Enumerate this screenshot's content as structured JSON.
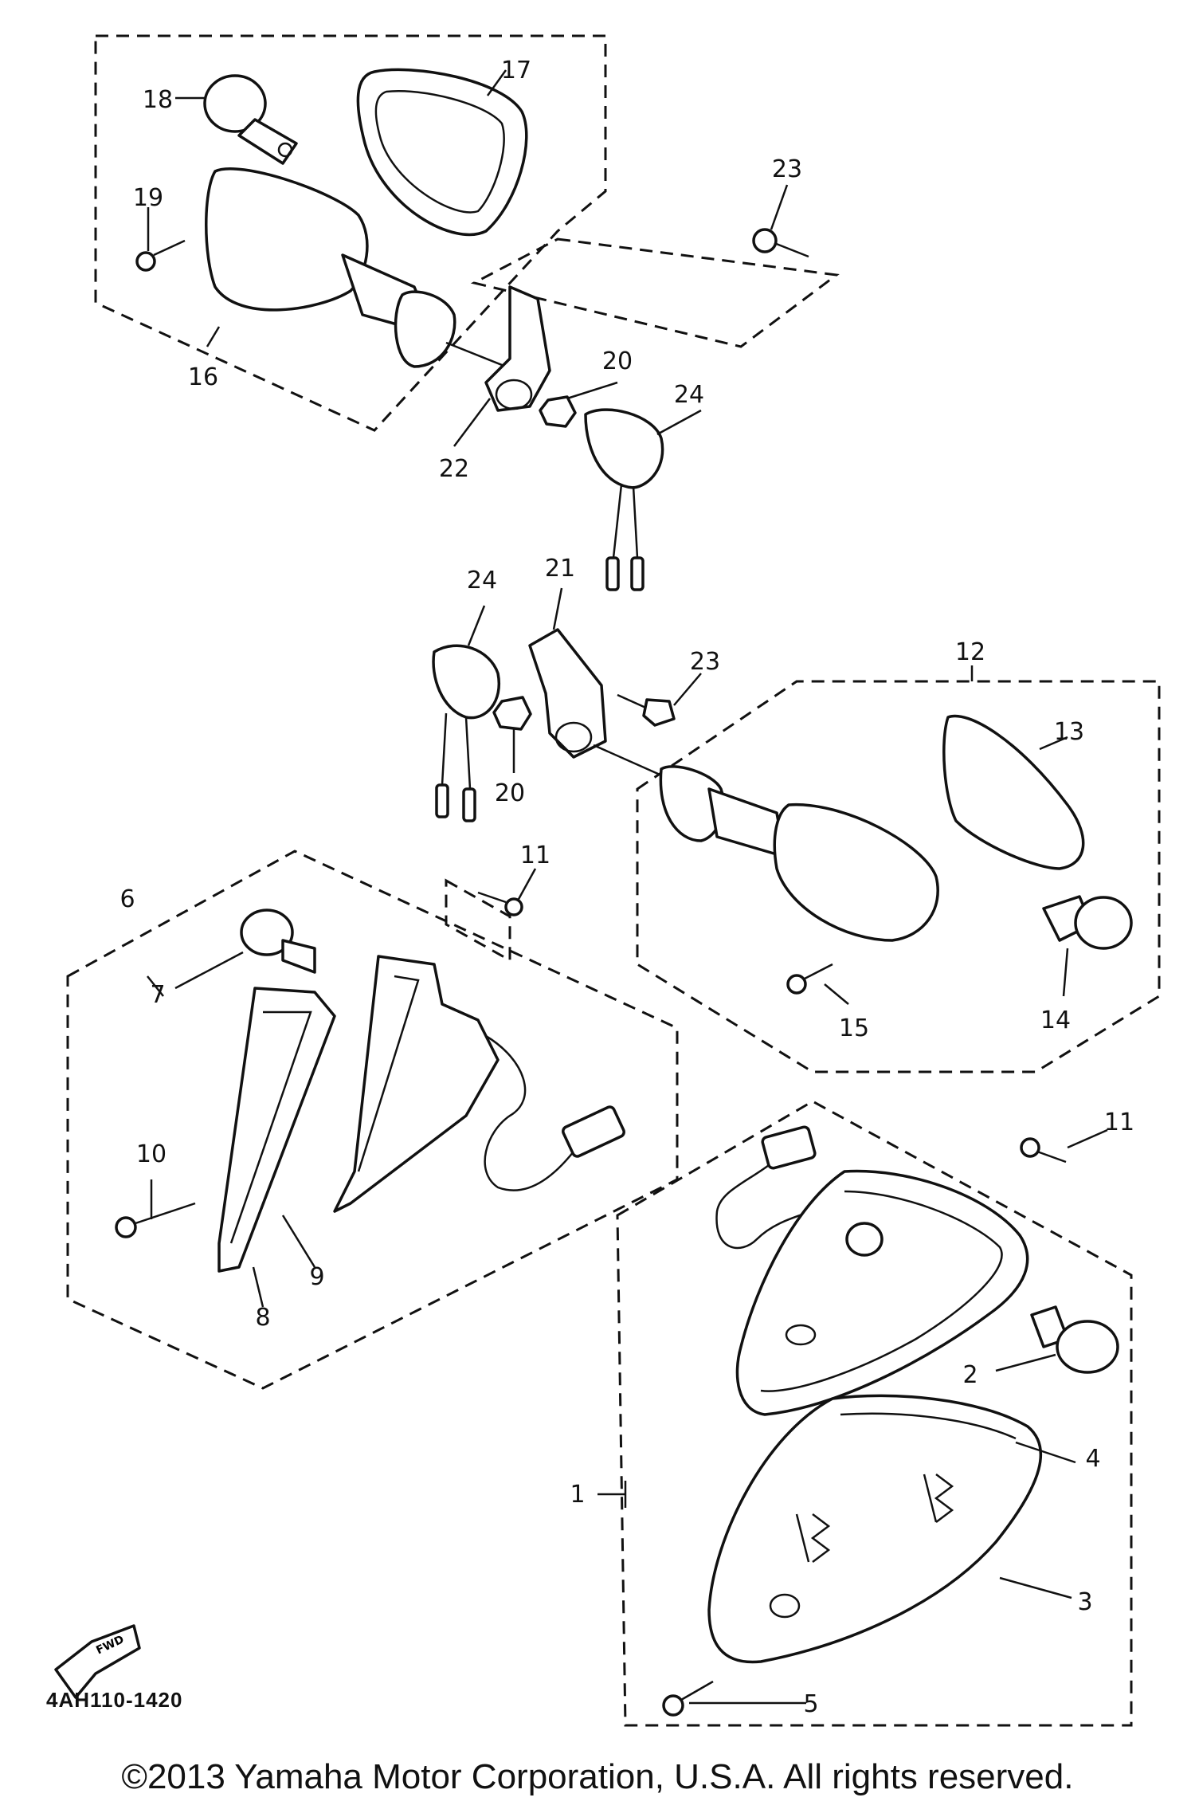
{
  "diagram": {
    "callouts": [
      "1",
      "2",
      "3",
      "4",
      "5",
      "6",
      "7",
      "8",
      "9",
      "10",
      "11",
      "11",
      "12",
      "13",
      "14",
      "15",
      "16",
      "17",
      "18",
      "19",
      "20",
      "20",
      "21",
      "22",
      "23",
      "23",
      "24",
      "24"
    ],
    "code": "4AH110-1420",
    "fwd_icon_label": "FWD",
    "icons": [
      "fwd-arrow-icon"
    ]
  },
  "footer": {
    "copyright": "©2013 Yamaha Motor Corporation, U.S.A. All rights reserved."
  }
}
